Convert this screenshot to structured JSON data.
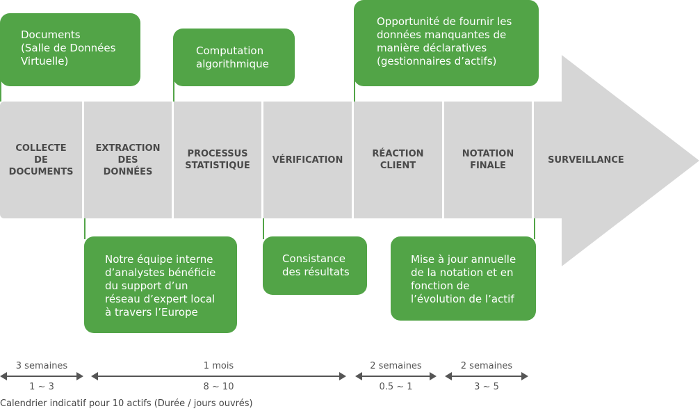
{
  "steps": [
    "Collecte\nde\ndocuments",
    "Extraction\ndes\ndonnées",
    "Processus\nstatistique",
    "Vérification",
    "Réaction\nclient",
    "Notation\nfinale",
    "Surveillance"
  ],
  "callouts": {
    "documents": "Documents\n(Salle de Données\nVirtuelle)",
    "computation": "Computation\nalgorithmique",
    "opportunite": "Opportunité de fournir les\ndonnées manquantes de\nmanière déclaratives\n(gestionnaires d’actifs)",
    "equipe": "Notre équipe interne\nd’analystes bénéficie\ndu support d’un\nréseau d’expert local\nà travers l’Europe",
    "consistance": "Consistance\ndes résultats",
    "mise_a_jour": "Mise à jour annuelle\nde la notation et en\nfonction de\nl’évolution de l’actif"
  },
  "timeline": [
    {
      "duration": "3 semaines",
      "days": "1 ~ 3"
    },
    {
      "duration": "1 mois",
      "days": "8 ~ 10"
    },
    {
      "duration": "2 semaines",
      "days": "0.5 ~ 1"
    },
    {
      "duration": "2 semaines",
      "days": "3 ~ 5"
    }
  ],
  "footnote": "Calendrier indicatif pour 10 actifs (Durée / jours ouvrés)",
  "colors": {
    "green": "#52a447",
    "band": "#d6d6d6",
    "arrow_line": "#555555"
  }
}
